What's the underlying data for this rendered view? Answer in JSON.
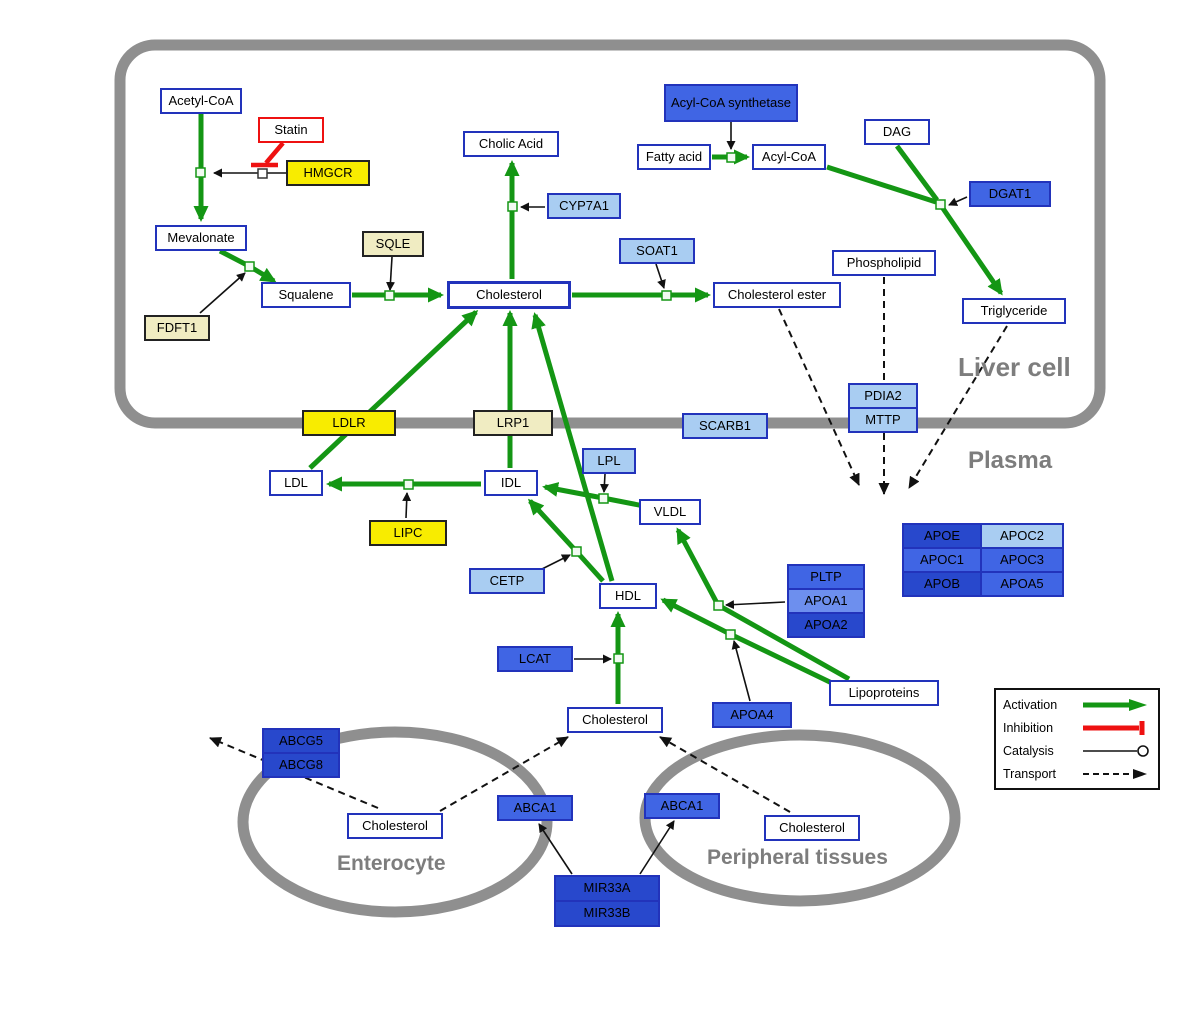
{
  "compartments": {
    "liver": "Liver cell",
    "plasma": "Plasma",
    "enterocyte": "Enterocyte",
    "peripheral": "Peripheral tissues"
  },
  "nodes": {
    "acetyl_coa": "Acetyl-CoA",
    "statin": "Statin",
    "hmgcr": "HMGCR",
    "mevalonate": "Mevalonate",
    "sqle": "SQLE",
    "fdft1": "FDFT1",
    "squalene": "Squalene",
    "cholic_acid": "Cholic Acid",
    "cyp7a1": "CYP7A1",
    "cholesterol_liver": "Cholesterol",
    "soat1": "SOAT1",
    "cholesterol_ester": "Cholesterol ester",
    "acyl_coa_synthetase": "Acyl-CoA synthetase",
    "fatty_acid": "Fatty acid",
    "acyl_coa": "Acyl-CoA",
    "dag": "DAG",
    "dgat1": "DGAT1",
    "phospholipid": "Phospholipid",
    "triglyceride": "Triglyceride",
    "pdia2": "PDIA2",
    "mttp": "MTTP",
    "ldlr": "LDLR",
    "lrp1": "LRP1",
    "scarb1": "SCARB1",
    "ldl": "LDL",
    "idl": "IDL",
    "lpl": "LPL",
    "vldl": "VLDL",
    "lipc": "LIPC",
    "cetp": "CETP",
    "hdl": "HDL",
    "pltp": "PLTP",
    "apoa1": "APOA1",
    "apoa2": "APOA2",
    "lcat": "LCAT",
    "apoa4": "APOA4",
    "lipoproteins": "Lipoproteins",
    "apoe": "APOE",
    "apoc2": "APOC2",
    "apoc1": "APOC1",
    "apoc3": "APOC3",
    "apob": "APOB",
    "apoa5": "APOA5",
    "cholesterol_plasma": "Cholesterol",
    "abcg5": "ABCG5",
    "abcg8": "ABCG8",
    "cholesterol_enterocyte": "Cholesterol",
    "abca1_enterocyte": "ABCA1",
    "abca1_peripheral": "ABCA1",
    "cholesterol_peripheral": "Cholesterol",
    "mir33a": "MIR33A",
    "mir33b": "MIR33B"
  },
  "legend": {
    "activation": "Activation",
    "inhibition": "Inhibition",
    "catalysis": "Catalysis",
    "transport": "Transport"
  },
  "colors": {
    "activation_green": "#149614",
    "inhibition_red": "#ee1111",
    "membrane_gray": "#8f8f8f",
    "node_border_blue": "#2233bb",
    "gene_yellow": "#f8ec00",
    "gene_pale_yellow": "#f0ecc2",
    "gene_light_blue": "#a9cdf2",
    "gene_mid_blue": "#6d8fee",
    "gene_strong_blue": "#4065e4",
    "gene_dark_blue": "#2848cc"
  }
}
